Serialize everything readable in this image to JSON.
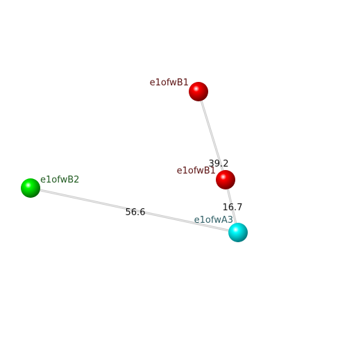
{
  "atoms": [
    {
      "id": "a1",
      "label": "e1ofwB1",
      "color": "#ff0000",
      "dark": "#700000",
      "label_color": "#5a1010"
    },
    {
      "id": "a2",
      "label": "e1ofwB1",
      "color": "#ff0000",
      "dark": "#700000",
      "label_color": "#5a1010"
    },
    {
      "id": "a3",
      "label": "e1ofwA3",
      "color": "#00ffff",
      "dark": "#007a80",
      "label_color": "#2f5f66"
    },
    {
      "id": "a4",
      "label": "e1ofwB2",
      "color": "#00ff00",
      "dark": "#006a00",
      "label_color": "#1f5a1f"
    }
  ],
  "distances": [
    {
      "from": "a1",
      "to": "a2",
      "value": "39.2"
    },
    {
      "from": "a2",
      "to": "a3",
      "value": "16.7"
    },
    {
      "from": "a4",
      "to": "a3",
      "value": "56.6"
    }
  ],
  "bond_color": "#c8c8c8"
}
